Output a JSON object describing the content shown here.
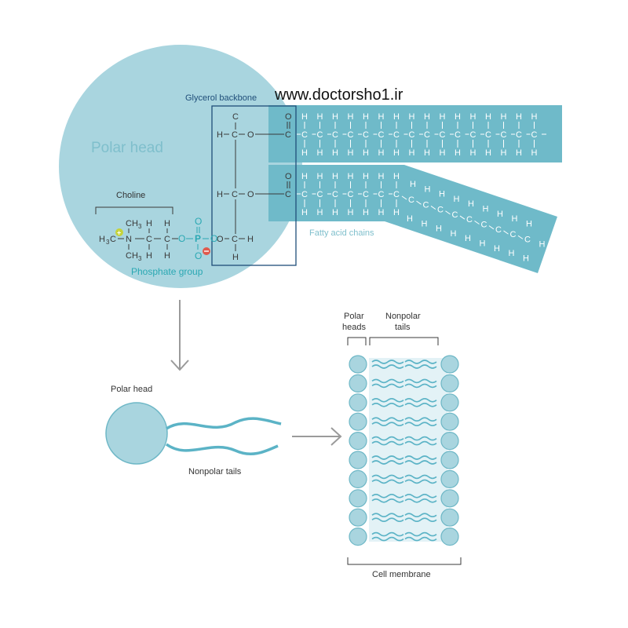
{
  "watermark": "www.doctorsho1.ir",
  "molecule": {
    "polar_head_label": "Polar head",
    "glycerol_label": "Glycerol backbone",
    "choline_label": "Choline",
    "phosphate_label": "Phosphate group",
    "fatty_acid_label": "Fatty acid chains"
  },
  "simple_model": {
    "polar_head_label": "Polar head",
    "nonpolar_tails_label": "Nonpolar tails"
  },
  "membrane": {
    "polar_heads_label": "Polar heads",
    "nonpolar_tails_label": "Nonpolar tails",
    "caption": "Cell membrane",
    "rows": 10
  },
  "colors": {
    "head_fill": "#a9d5df",
    "head_stroke": "#6db7c6",
    "chain_fill": "#6fbac9",
    "tail_stroke": "#5bb3c6",
    "arrow": "#9a9a9a",
    "glycerol_box": "#1f4e79",
    "phosphate": "#2aa8b3",
    "plus": "#c5d33a",
    "minus": "#e05a4d"
  }
}
